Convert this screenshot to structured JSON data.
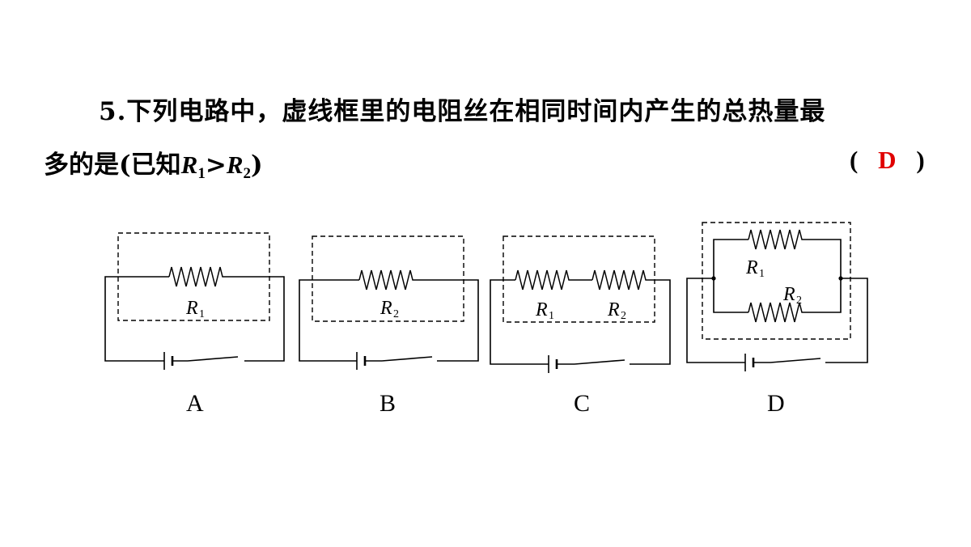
{
  "question": {
    "number": "5.",
    "line1_text": "下列电路中，虚线框里的电阻丝在相同时间内产生的总热量最",
    "line2_prefix": "多的是(已知",
    "r1_symbol": "R",
    "r1_sub": "1",
    "gt": ">",
    "r2_symbol": "R",
    "r2_sub": "2",
    "line2_suffix": ")",
    "paren_open": "(",
    "answer": "D",
    "paren_close": ")"
  },
  "circuits": [
    {
      "option": "A",
      "resistors": [
        "R1"
      ]
    },
    {
      "option": "B",
      "resistors": [
        "R2"
      ]
    },
    {
      "option": "C",
      "resistors": [
        "R1",
        "R2"
      ],
      "connection": "series"
    },
    {
      "option": "D",
      "resistors": [
        "R1",
        "R2"
      ],
      "connection": "parallel"
    }
  ],
  "labels": {
    "R": "R",
    "sub1": "1",
    "sub2": "2",
    "A": "A",
    "B": "B",
    "C": "C",
    "D": "D"
  },
  "colors": {
    "answer": "#e00000",
    "text": "#000000"
  }
}
